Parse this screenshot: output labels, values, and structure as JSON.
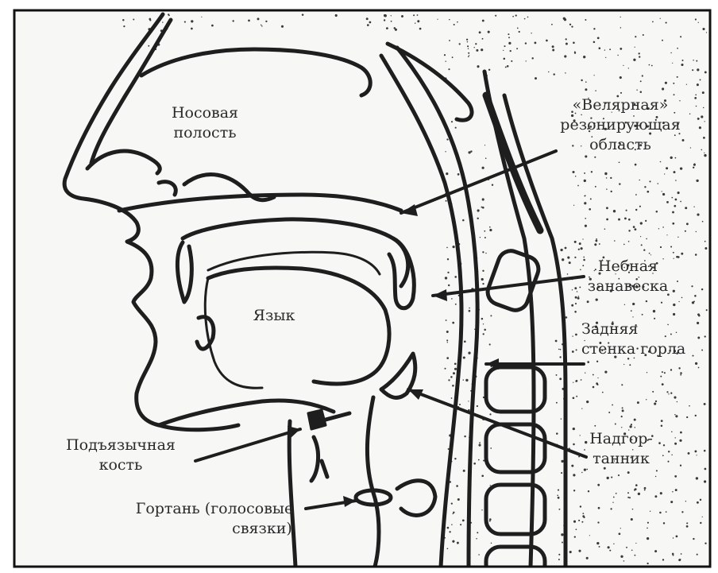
{
  "labels": {
    "nasal_cavity": [
      "Носовая",
      "полость"
    ],
    "velar_region": [
      "«Велярная»",
      "резонирующая",
      "область"
    ],
    "tongue": "Язык",
    "soft_palate": [
      "Небная",
      "занавеска"
    ],
    "pharynx_wall": [
      "Задняя",
      "стенка горла"
    ],
    "hyoid": [
      "Подъязычная",
      "кость"
    ],
    "epiglottis": [
      "Надгор-",
      "танник"
    ],
    "larynx": [
      "Гортань (голосовые",
      "связки)"
    ]
  },
  "colors": {
    "line": "#1e1e1e",
    "paper": "#f7f7f5",
    "stipple": "#3a3a3a",
    "frame": "#111111"
  }
}
